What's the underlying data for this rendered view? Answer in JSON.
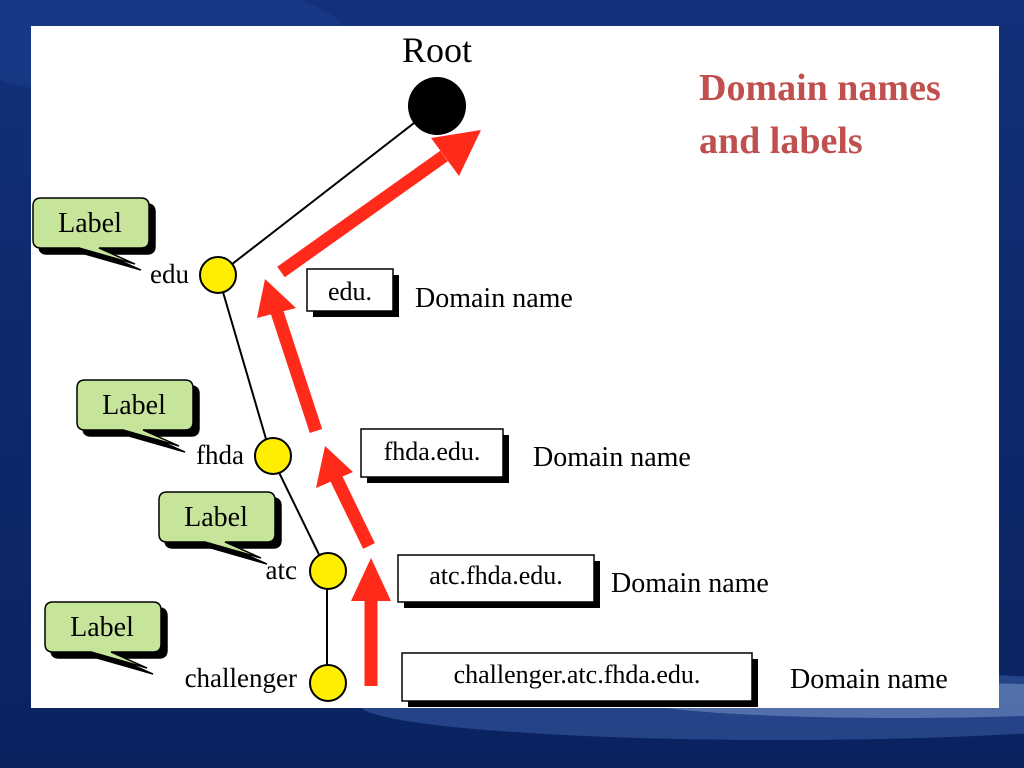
{
  "title": {
    "line1": "Domain names",
    "line2": "and labels"
  },
  "root_label": "Root",
  "nodes": [
    {
      "name": "edu",
      "domain": "edu.",
      "domain_label": "Domain name",
      "tag": "Label"
    },
    {
      "name": "fhda",
      "domain": "fhda.edu.",
      "domain_label": "Domain name",
      "tag": "Label"
    },
    {
      "name": "atc",
      "domain": "atc.fhda.edu.",
      "domain_label": "Domain name",
      "tag": "Label"
    },
    {
      "name": "challenger",
      "domain": "challenger.atc.fhda.edu.",
      "domain_label": "Domain name",
      "tag": "Label"
    }
  ],
  "colors": {
    "arrow": "#ff2a1a",
    "node": "#ffee00",
    "root": "#000000",
    "callout": "#c7e59a",
    "title": "#c0504d"
  }
}
